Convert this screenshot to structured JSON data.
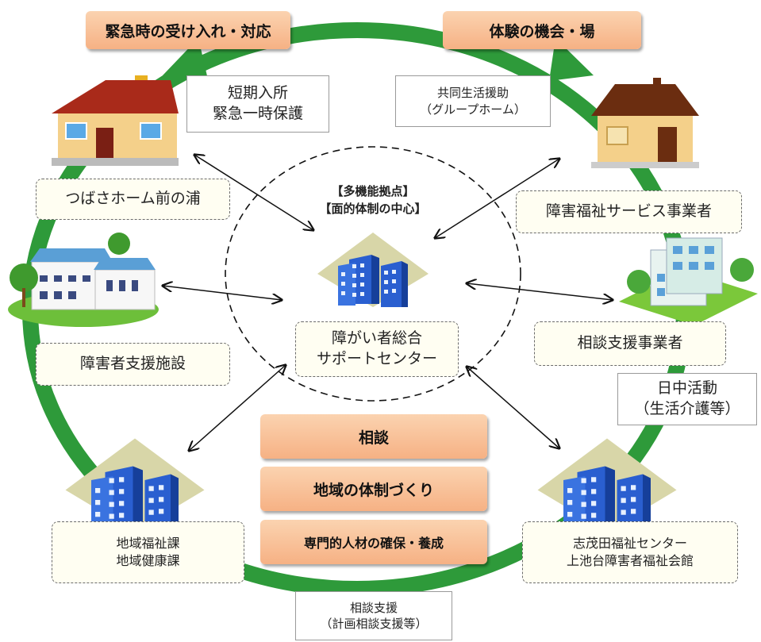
{
  "colors": {
    "ring": "#2e9a3a",
    "orange_button": "#f7bb90",
    "label_bg": "#fffef2",
    "building_blue": "#2a5fd0"
  },
  "top_left_banner": "緊急時の受け入れ・対応",
  "top_right_banner": "体験の機会・場",
  "center": {
    "title": "【多機能拠点】\n【面的体制の中心】",
    "label": "障がい者総合\nサポートセンター"
  },
  "nodes": {
    "tsubasa": "つばさホーム前の浦",
    "short_stay": "短期入所\n緊急一時保護",
    "group_home": "共同生活援助\n（グループホーム）",
    "welfare_service": "障害福祉サービス事業者",
    "support_facility": "障害者支援施設",
    "consult_provider": "相談支援事業者",
    "day_activity": "日中活動\n（生活介護等）",
    "regional_welfare": "地域福祉課\n地域健康課",
    "shimoda_center": "志茂田福祉センター\n上池台障害者福祉会館",
    "consult_support": "相談支援\n（計画相談支援等）"
  },
  "center_buttons": [
    "相談",
    "地域の体制づくり",
    "専門的人材の確保・養成"
  ],
  "icons": [
    "house-icon",
    "building-icon",
    "school-icon",
    "hospital-icon",
    "office-tower-icon"
  ]
}
